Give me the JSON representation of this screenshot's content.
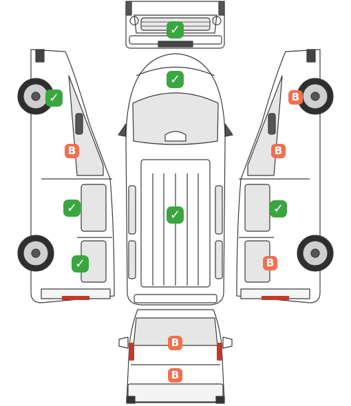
{
  "colors": {
    "check_marker": "#3aa640",
    "b_marker": "#f07050",
    "outline": "#3a3a3a",
    "glass": "#e6e6e6",
    "tail_light": "#c0392b"
  },
  "icons": {
    "check": "check-icon",
    "b": "b-badge-icon"
  },
  "markers": {
    "front_grille": {
      "status": "ok",
      "glyph": "✓"
    },
    "roof_front": {
      "status": "ok",
      "glyph": "✓"
    },
    "roof_middle": {
      "status": "ok",
      "glyph": "✓"
    },
    "left_front_wheel": {
      "status": "ok",
      "glyph": "✓"
    },
    "left_front_door": {
      "status": "B",
      "glyph": "B"
    },
    "left_sliding_door": {
      "status": "ok",
      "glyph": "✓"
    },
    "left_rear_panel": {
      "status": "ok",
      "glyph": "✓"
    },
    "right_front_wheel": {
      "status": "B",
      "glyph": "B"
    },
    "right_front_door": {
      "status": "B",
      "glyph": "B"
    },
    "right_sliding_door": {
      "status": "ok",
      "glyph": "✓"
    },
    "right_rear_panel": {
      "status": "B",
      "glyph": "B"
    },
    "rear_window": {
      "status": "B",
      "glyph": "B"
    },
    "rear_bumper": {
      "status": "B",
      "glyph": "B"
    }
  }
}
